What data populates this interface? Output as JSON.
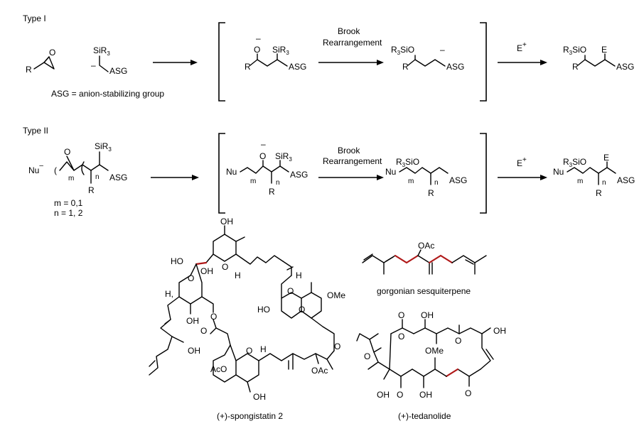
{
  "type1": {
    "label": "Type I",
    "asg_note": "ASG = anion-stabilizing group",
    "brook_line1": "Brook",
    "brook_line2": "Rearrangement",
    "electrophile": "E",
    "plus": "+",
    "minus": "–",
    "atoms": {
      "R": "R",
      "O": "O",
      "SiR3": "SiR",
      "sub3": "3",
      "ASG": "ASG",
      "R3SiO_a": "R",
      "R3SiO_b": "SiO",
      "E": "E"
    }
  },
  "type2": {
    "label": "Type II",
    "nu": "Nu",
    "minus": "–",
    "m_values": "m = 0,1",
    "n_values": "n = 1, 2",
    "brook_line1": "Brook",
    "brook_line2": "Rearrangement",
    "electrophile": "E",
    "plus": "+",
    "atoms": {
      "O": "O",
      "SiR3": "SiR",
      "sub3": "3",
      "ASG": "ASG",
      "R": "R",
      "m": "m",
      "n": "n",
      "R3SiO_a": "R",
      "R3SiO_b": "SiO",
      "E": "E",
      "paren": "("
    }
  },
  "products": {
    "spongistatin": {
      "name": "(+)-spongistatin 2",
      "labels": {
        "OH": "OH",
        "HO": "HO",
        "H": "H",
        "O": "O",
        "OMe": "OMe",
        "AcO": "AcO",
        "OAc": "OAc",
        "H_comma": "H,"
      }
    },
    "gorgonian": {
      "name": "gorgonian sesquiterpene",
      "OAc": "OAc"
    },
    "tedanolide": {
      "name": "(+)-tedanolide",
      "labels": {
        "O": "O",
        "OH": "OH",
        "OMe": "OMe"
      }
    }
  },
  "colors": {
    "highlight_bond": "#b01818",
    "ink": "#000000",
    "background": "#ffffff"
  }
}
